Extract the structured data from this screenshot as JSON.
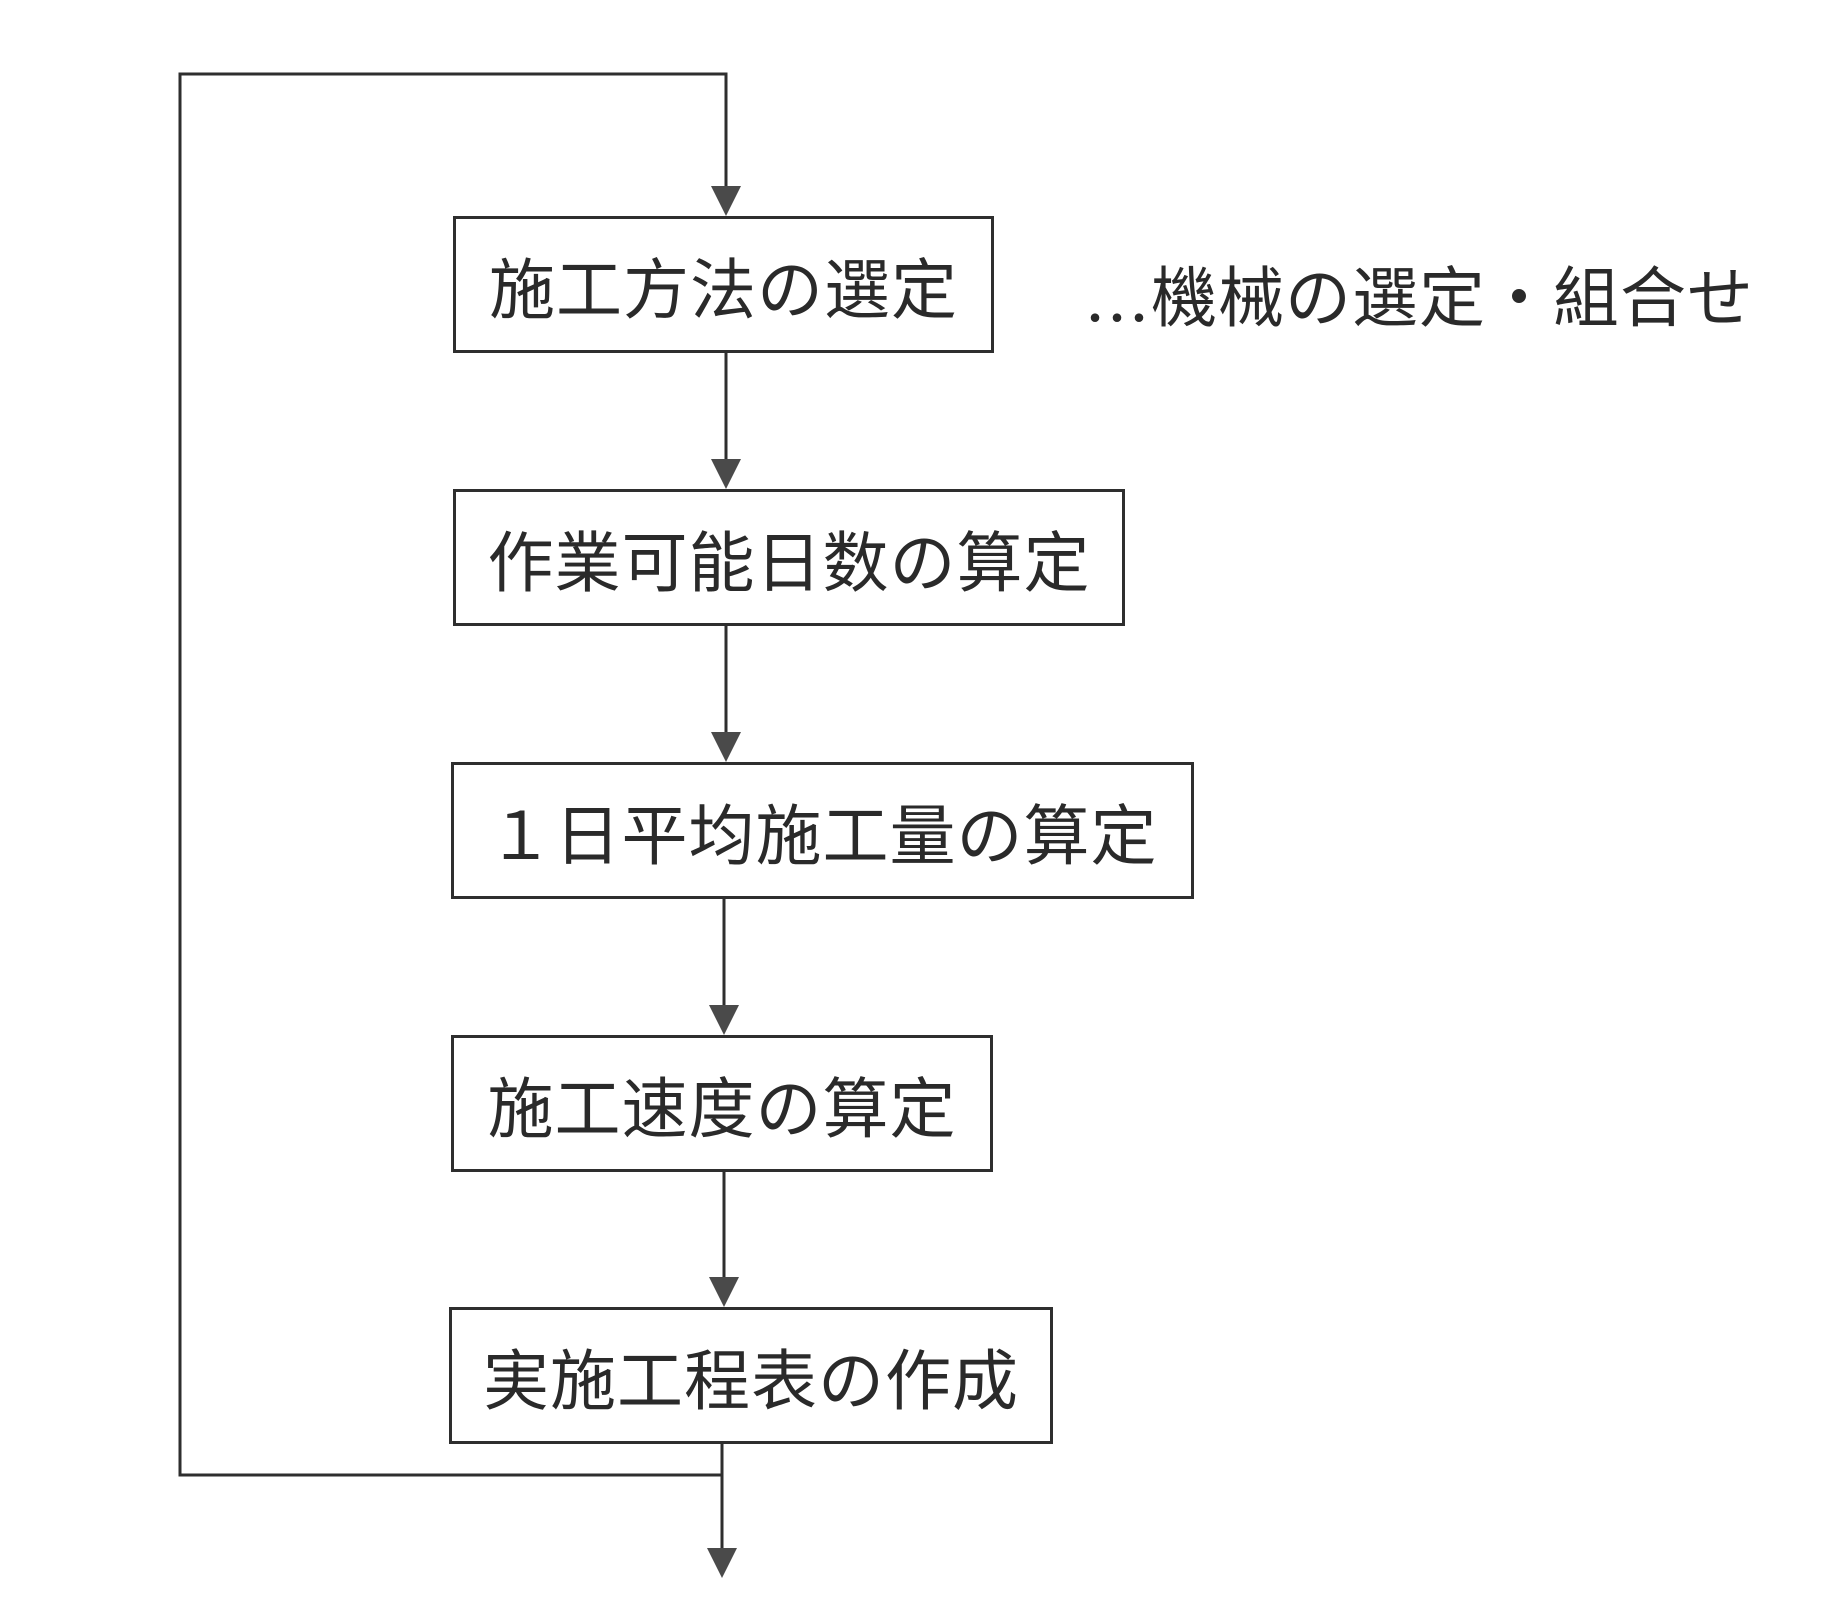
{
  "flow": {
    "steps": [
      {
        "label": "施工方法の選定"
      },
      {
        "label": "作業可能日数の算定"
      },
      {
        "label": "１日平均施工量の算定"
      },
      {
        "label": "施工速度の算定"
      },
      {
        "label": "実施工程表の作成"
      }
    ],
    "annotation": "…機械の選定・組合せ"
  },
  "colors": {
    "line": "#2e2e2e",
    "arrowhead": "#4a4a4a",
    "text": "#2a2a2a",
    "background": "#ffffff"
  }
}
